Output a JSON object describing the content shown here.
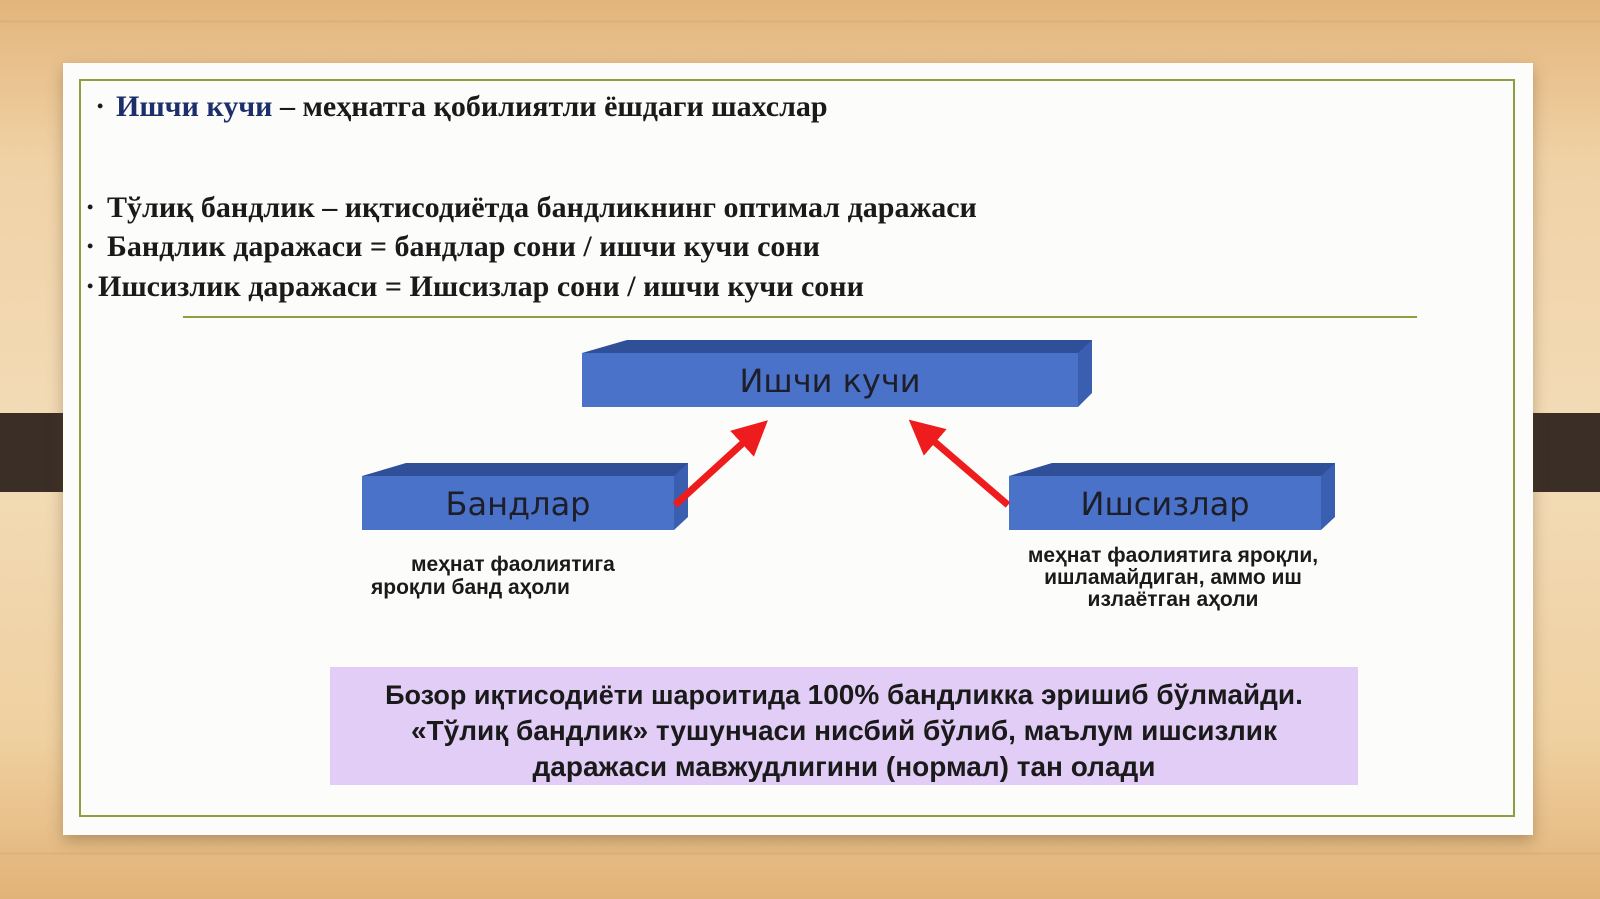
{
  "slide": {
    "line1": {
      "term": "Ишчи кучи",
      "rest": " – меҳнатга қобилиятли ёшдаги шахслар"
    },
    "line2": "Тўлиқ бандлик – иқтисодиётда бандликнинг оптимал даражаси",
    "line3": "Бандлик даражаси = бандлар сони /  ишчи кучи сони",
    "line4": "Ишсизлик даражаси = Ишсизлар сони / ишчи кучи сони"
  },
  "diagram": {
    "top_box": "Ишчи кучи",
    "left_box": "Бандлар",
    "right_box": "Ишсизлар",
    "left_caption": [
      "меҳнат фаолиятига",
      "яроқли банд аҳоли"
    ],
    "right_caption": [
      "меҳнат фаолиятига яроқли,",
      "ишламайдиган, аммо иш",
      "излаётган аҳоли"
    ],
    "box_color": "#4a72c8",
    "arrow_color": "#ee1c1c"
  },
  "note": {
    "line1_prefix": "Бозор иқтисодиёти шароитида ",
    "line1_big": "100% бандликка эришиб бўлмайди.",
    "line2": "«Тўлиқ бандлик» тушунчаси нисбий бўлиб, маълум ишсизлик",
    "line3": "даражаси мавжудлигини (нормал) тан олади"
  }
}
